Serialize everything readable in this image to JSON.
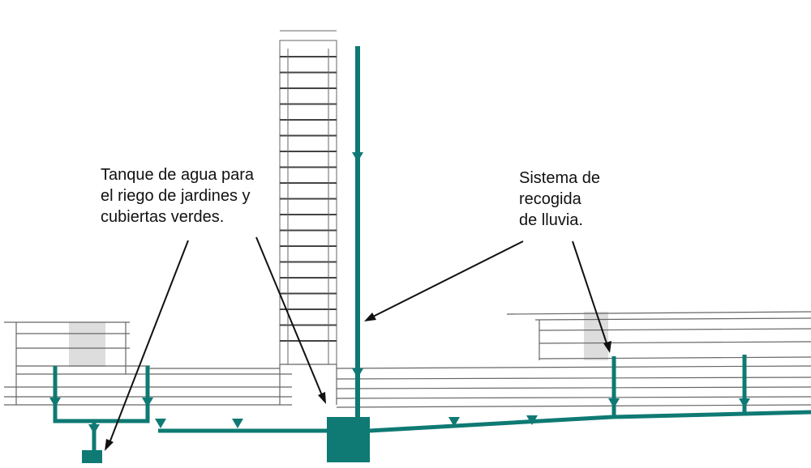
{
  "labels": {
    "tank": [
      "Tanque de agua para",
      "el riego de jardines y",
      "cubiertas verdes."
    ],
    "rain": [
      "Sistema de",
      "recogida",
      "de lluvia."
    ]
  },
  "colors": {
    "pipe": "#0e7a73",
    "line": "#555555",
    "fill": "#dddddd",
    "text": "#111111",
    "arrow": "#111111"
  }
}
